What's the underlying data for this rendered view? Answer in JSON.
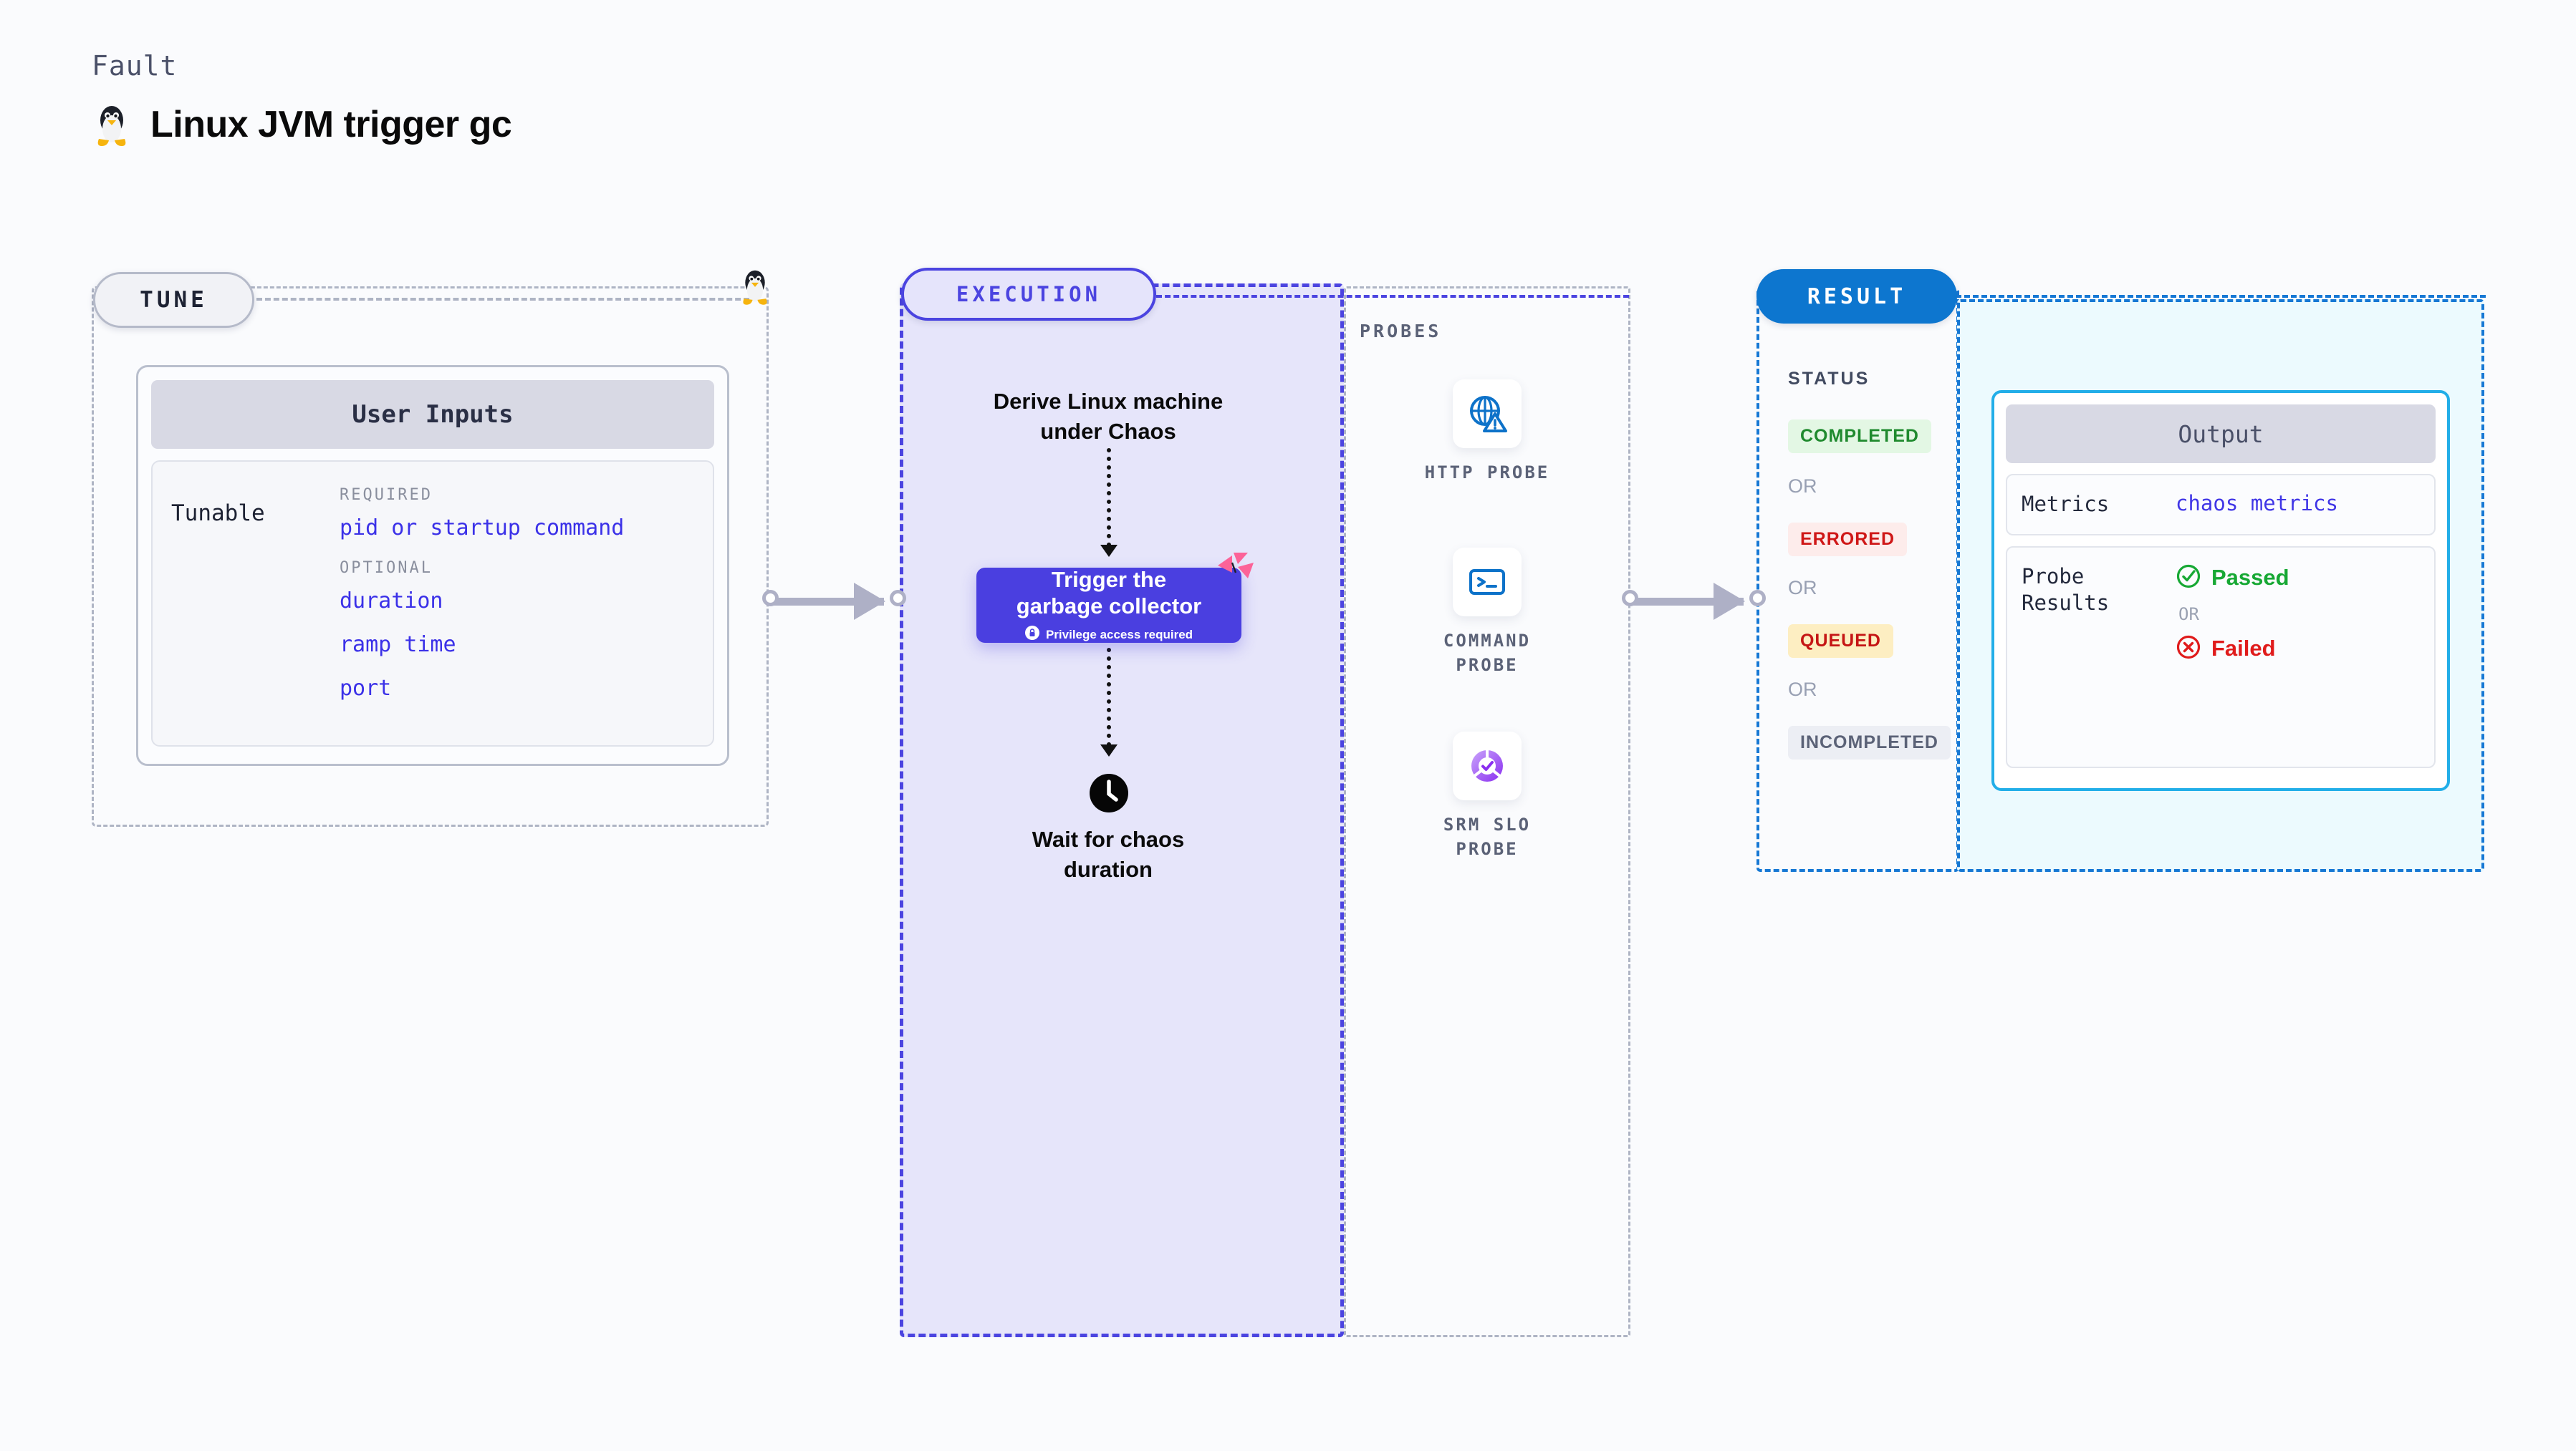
{
  "header": {
    "kicker": "Fault",
    "title": "Linux JVM trigger gc",
    "icon": "linux-tux-icon"
  },
  "tune": {
    "pill_label": "TUNE",
    "corner_icon": "linux-tux-icon",
    "card_title": "User Inputs",
    "tunable_label": "Tunable",
    "groups": [
      {
        "label": "REQUIRED",
        "items": [
          "pid or startup command"
        ]
      },
      {
        "label": "OPTIONAL",
        "items": [
          "duration",
          "ramp time",
          "port"
        ]
      }
    ]
  },
  "execution": {
    "pill_label": "EXECUTION",
    "step_derive": "Derive Linux machine\nunder Chaos",
    "action_card": {
      "title": "Trigger the\ngarbage collector",
      "privilege_note": "Privilege access required",
      "privilege_icon": "lock-icon",
      "ribbon_icon": "chaos-pinwheel-icon"
    },
    "step_wait": "Wait for chaos\nduration",
    "wait_icon": "clock-icon"
  },
  "probes": {
    "section_label": "PROBES",
    "items": [
      {
        "label": "HTTP PROBE",
        "icon": "globe-warning-icon"
      },
      {
        "label": "COMMAND\nPROBE",
        "icon": "terminal-icon"
      },
      {
        "label": "SRM SLO\nPROBE",
        "icon": "slo-donut-check-icon"
      }
    ]
  },
  "result": {
    "pill_label": "RESULT",
    "status_label": "STATUS",
    "or_label": "OR",
    "statuses": [
      {
        "label": "COMPLETED",
        "color": "#1f8a2e",
        "bg": "#e3f7e4"
      },
      {
        "label": "ERRORED",
        "color": "#cf1717",
        "bg": "#fdeceb"
      },
      {
        "label": "QUEUED",
        "color": "#c51515",
        "bg": "#fdeec2"
      },
      {
        "label": "INCOMPLETED",
        "color": "#5b6277",
        "bg": "#eceef4"
      }
    ],
    "output": {
      "title": "Output",
      "rows": [
        {
          "key": "Metrics",
          "value": "chaos metrics"
        },
        {
          "key": "Probe\nResults",
          "pass": "Passed",
          "or": "OR",
          "fail": "Failed",
          "pass_icon": "check-circle-icon",
          "fail_icon": "x-circle-icon"
        }
      ]
    }
  },
  "connectors": [
    {
      "name": "tune-to-execution"
    },
    {
      "name": "execution-to-result"
    }
  ],
  "colors": {
    "accent_purple": "#4a3fe0",
    "accent_blue": "#0d76cf",
    "link_purple": "#3b31e8",
    "ribbon_pink": "#fc6398",
    "pass_green": "#17a834",
    "fail_red": "#e01b1b"
  }
}
